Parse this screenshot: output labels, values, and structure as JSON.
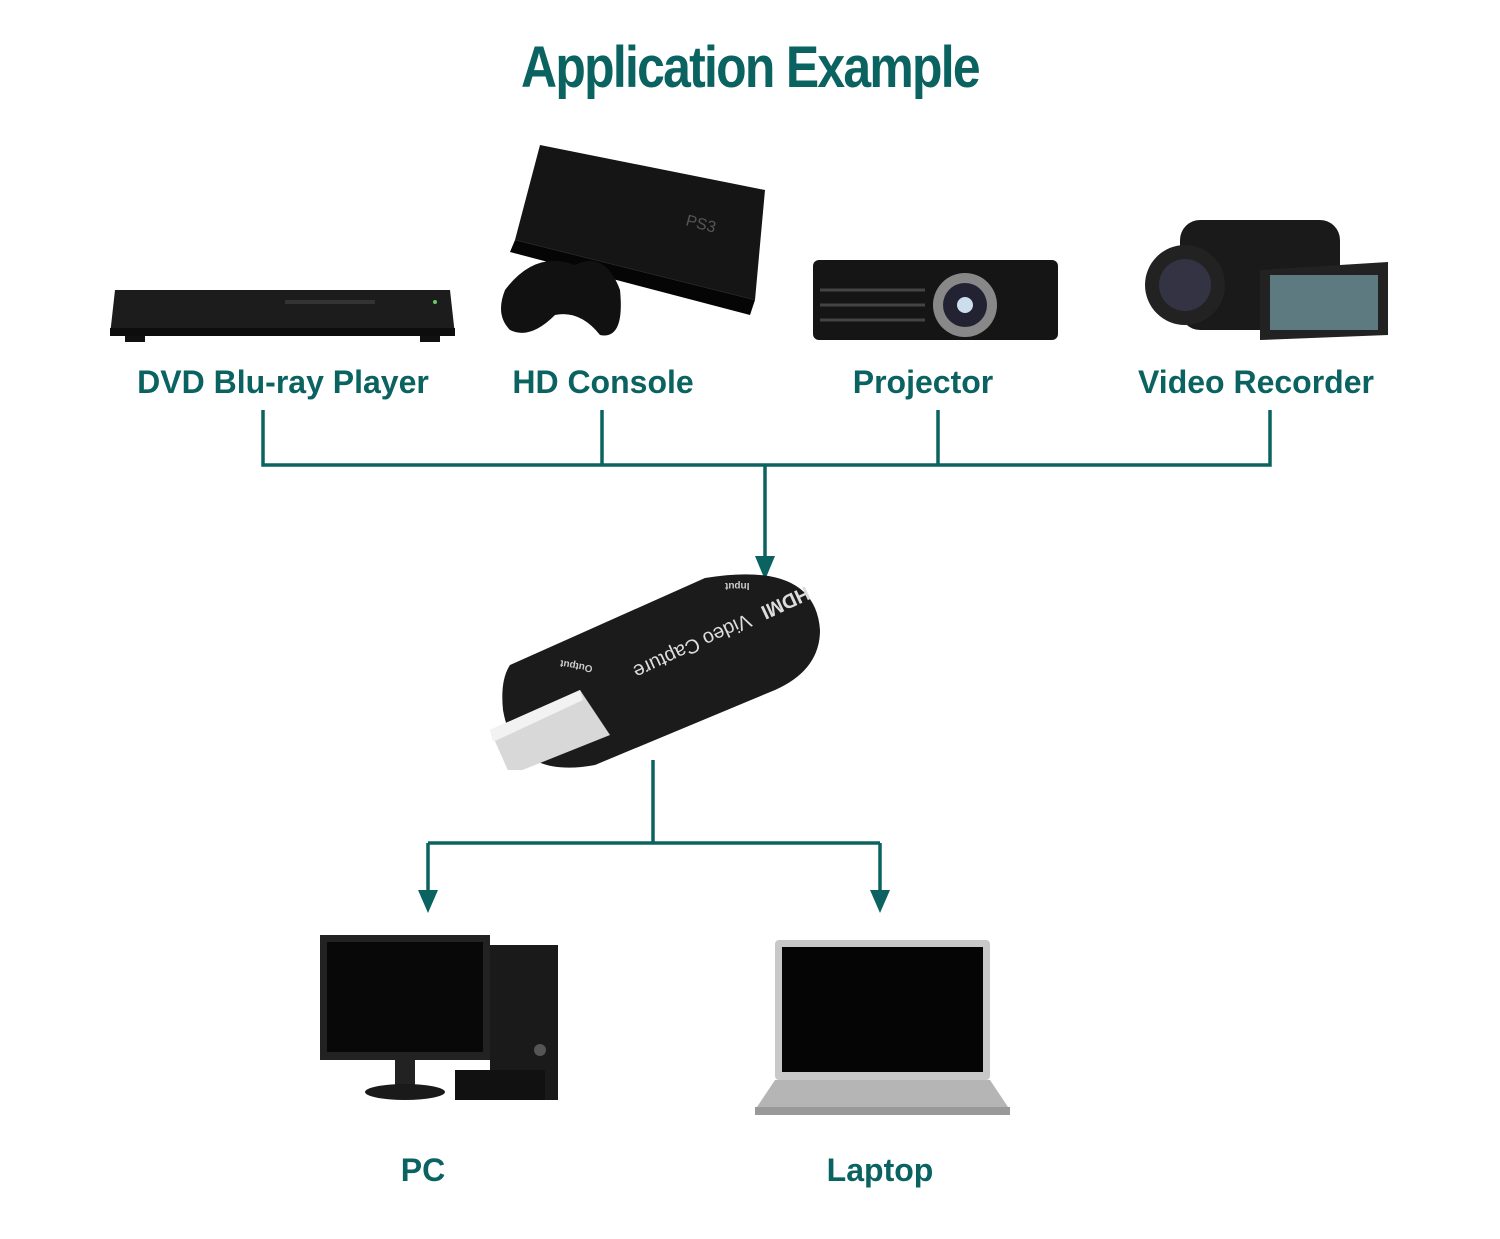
{
  "title": "Application Example",
  "sources": [
    {
      "label": "DVD Blu-ray Player",
      "icon": "dvd-player-icon"
    },
    {
      "label": "HD Console",
      "icon": "game-console-icon"
    },
    {
      "label": "Projector",
      "icon": "projector-icon"
    },
    {
      "label": "Video Recorder",
      "icon": "camcorder-icon"
    }
  ],
  "capture_device": {
    "brand": "HDMI",
    "name": "Video Capture",
    "input_label": "Input",
    "output_label": "Output"
  },
  "outputs": [
    {
      "label": "PC",
      "icon": "desktop-pc-icon"
    },
    {
      "label": "Laptop",
      "icon": "laptop-icon"
    }
  ],
  "colors": {
    "accent": "#0a6360"
  }
}
